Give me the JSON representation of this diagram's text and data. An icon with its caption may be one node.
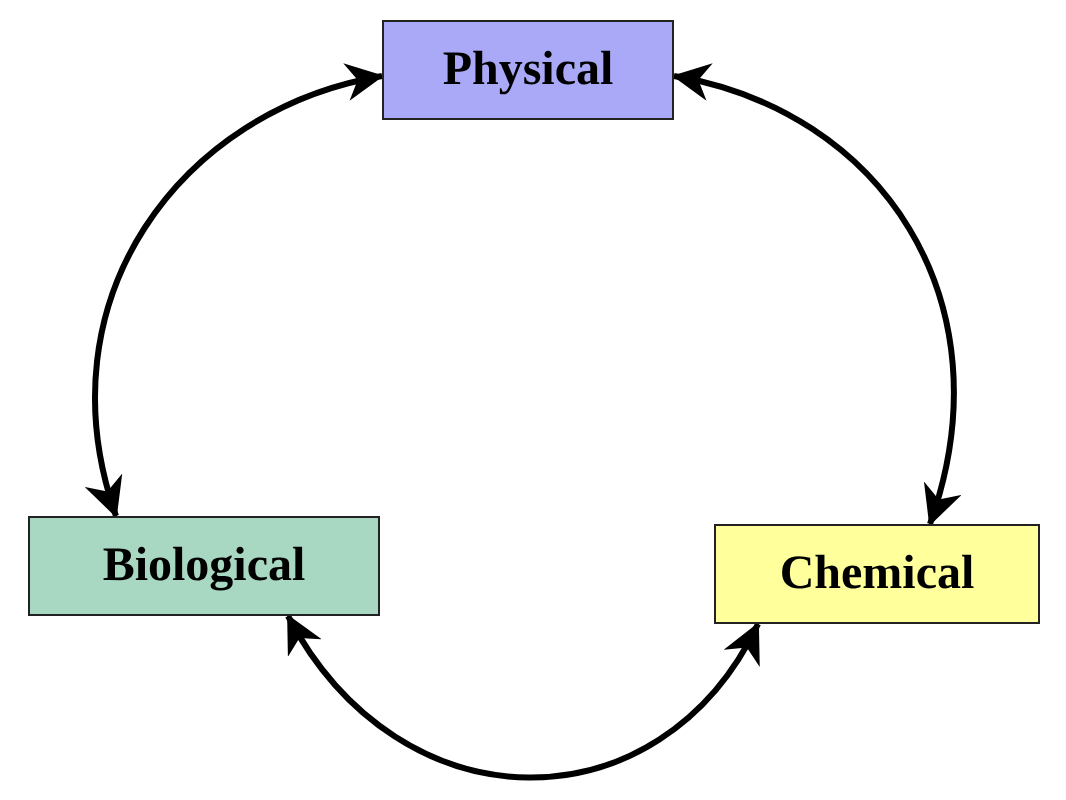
{
  "diagram": {
    "nodes": [
      {
        "text": [
          "Physical"
        ]
      },
      {
        "text": [
          "Biological"
        ]
      },
      {
        "text": [
          "Chemical"
        ]
      }
    ],
    "edges": [
      {
        "from": 0,
        "to": 1,
        "arrow": "both"
      },
      {
        "from": 0,
        "to": 2,
        "arrow": "both"
      },
      {
        "from": 1,
        "to": 2,
        "arrow": "both"
      }
    ]
  }
}
